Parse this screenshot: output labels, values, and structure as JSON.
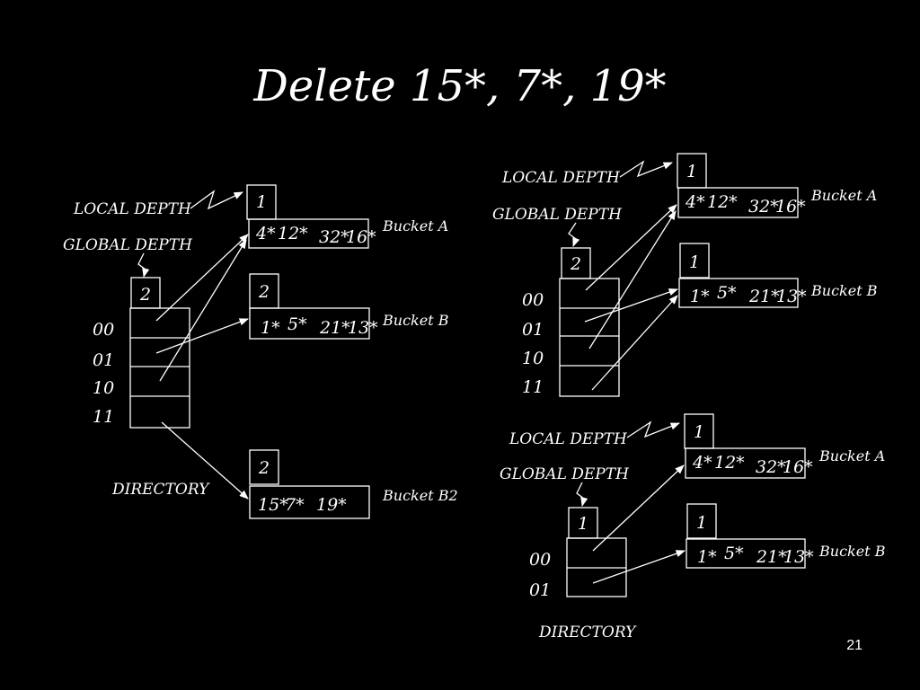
{
  "title": "Delete 15*, 7*, 19*",
  "page_number": "21",
  "left": {
    "local_depth_label": "LOCAL DEPTH",
    "global_depth_label": "GLOBAL DEPTH",
    "global_depth": "2",
    "dir_entries": [
      "00",
      "01",
      "10",
      "11"
    ],
    "directory_label": "DIRECTORY",
    "bucket_a": {
      "depth": "1",
      "e1": "4*",
      "e2": "12*",
      "e3": "32*",
      "e4": "16*",
      "name": "Bucket A"
    },
    "bucket_b": {
      "depth": "2",
      "e1": "1*",
      "e2": "5*",
      "e3": "21*",
      "e4": "13*",
      "name": "Bucket B"
    },
    "bucket_b2": {
      "depth": "2",
      "e1": "15*",
      "e2": "7*",
      "e3": "19*",
      "name": "Bucket B2"
    }
  },
  "right_top": {
    "local_depth_label": "LOCAL DEPTH",
    "global_depth_label": "GLOBAL DEPTH",
    "global_depth": "2",
    "dir_entries": [
      "00",
      "01",
      "10",
      "11"
    ],
    "bucket_a": {
      "depth": "1",
      "e1": "4*",
      "e2": "12*",
      "e3": "32*",
      "e4": "16*",
      "name": "Bucket A"
    },
    "bucket_b": {
      "depth": "1",
      "e1": "1*",
      "e2": "5*",
      "e3": "21*",
      "e4": "13*",
      "name": "Bucket B"
    }
  },
  "right_bottom": {
    "local_depth_label": "LOCAL DEPTH",
    "global_depth_label": "GLOBAL DEPTH",
    "global_depth": "1",
    "dir_entries": [
      "00",
      "01"
    ],
    "directory_label": "DIRECTORY",
    "bucket_a": {
      "depth": "1",
      "e1": "4*",
      "e2": "12*",
      "e3": "32*",
      "e4": "16*",
      "name": "Bucket A"
    },
    "bucket_b": {
      "depth": "1",
      "e1": "1*",
      "e2": "5*",
      "e3": "21*",
      "e4": "13*",
      "name": "Bucket B"
    }
  }
}
